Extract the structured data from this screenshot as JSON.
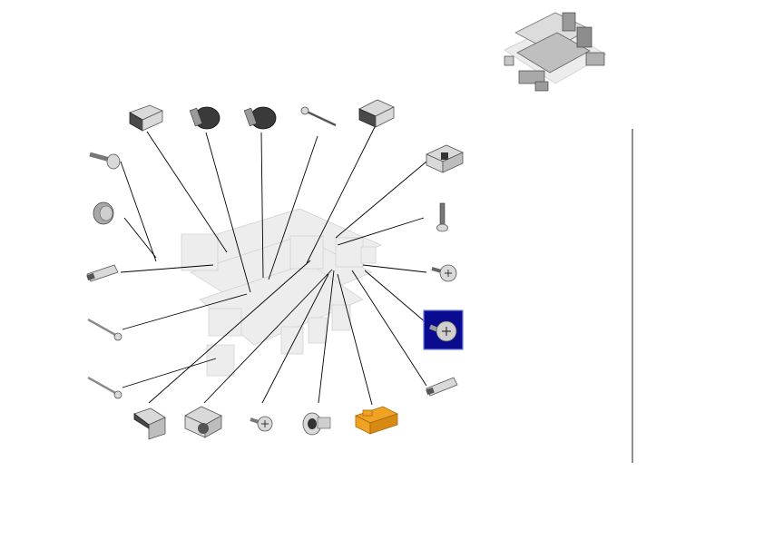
{
  "diagram": {
    "kind": "exploded-parts-view",
    "selected_part": "screw-large-head",
    "colors": {
      "selection_fill": "#0b0b8f",
      "selection_border": "#6f7fe0",
      "highlight_part": "#f0a323",
      "leader_line": "#000000"
    },
    "parts": [
      {
        "id": "bracket-clip-top",
        "icon": "bracket-icon"
      },
      {
        "id": "plunger-dark-1",
        "icon": "plunger-icon"
      },
      {
        "id": "plunger-dark-2",
        "icon": "plunger-icon"
      },
      {
        "id": "pin-rod",
        "icon": "pin-icon"
      },
      {
        "id": "clamp-bracket",
        "icon": "clamp-icon"
      },
      {
        "id": "clip-housing-right",
        "icon": "housing-icon"
      },
      {
        "id": "screw-long-right",
        "icon": "screw-icon"
      },
      {
        "id": "screw-pan-right",
        "icon": "screw-icon"
      },
      {
        "id": "screw-large-head",
        "icon": "screw-icon"
      },
      {
        "id": "latch-right",
        "icon": "latch-icon"
      },
      {
        "id": "bolt-long-left",
        "icon": "bolt-icon"
      },
      {
        "id": "cam-knob",
        "icon": "knob-icon"
      },
      {
        "id": "latch-left",
        "icon": "latch-icon"
      },
      {
        "id": "rod-left-1",
        "icon": "rod-icon"
      },
      {
        "id": "rod-left-2",
        "icon": "rod-icon"
      },
      {
        "id": "clip-bottom",
        "icon": "clip-icon"
      },
      {
        "id": "frame-bottom",
        "icon": "frame-icon"
      },
      {
        "id": "screw-bottom",
        "icon": "screw-icon"
      },
      {
        "id": "bushing-bottom",
        "icon": "bushing-icon"
      },
      {
        "id": "orange-connector",
        "icon": "connector-icon"
      }
    ]
  }
}
